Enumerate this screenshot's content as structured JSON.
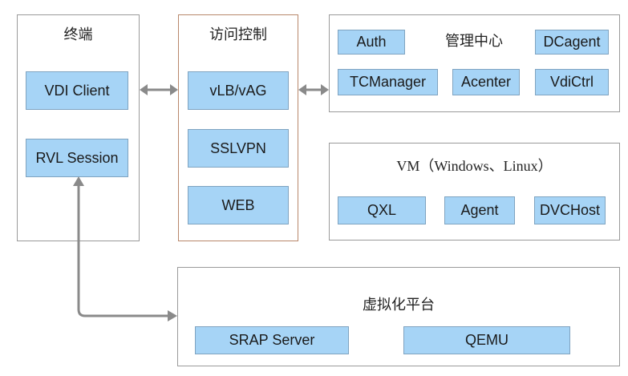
{
  "terminal": {
    "title": "终端",
    "nodes": [
      "VDI Client",
      "RVL Session"
    ]
  },
  "access": {
    "title": "访问控制",
    "nodes": [
      "vLB/vAG",
      "SSLVPN",
      "WEB"
    ]
  },
  "management": {
    "title": "管理中心",
    "nodes": [
      "Auth",
      "DCagent",
      "TCManager",
      "Acenter",
      "VdiCtrl"
    ]
  },
  "vm": {
    "title": "VM（Windows、Linux）",
    "nodes": [
      "QXL",
      "Agent",
      "DVCHost"
    ]
  },
  "virt": {
    "title": "虚拟化平台",
    "nodes": [
      "SRAP Server",
      "QEMU"
    ]
  },
  "colors": {
    "node_fill": "#a6d4f6",
    "node_border": "#7fa3c0",
    "panel_border": "#9a9a9a",
    "access_border": "#b8876a",
    "arrow": "#8a8a8a"
  }
}
